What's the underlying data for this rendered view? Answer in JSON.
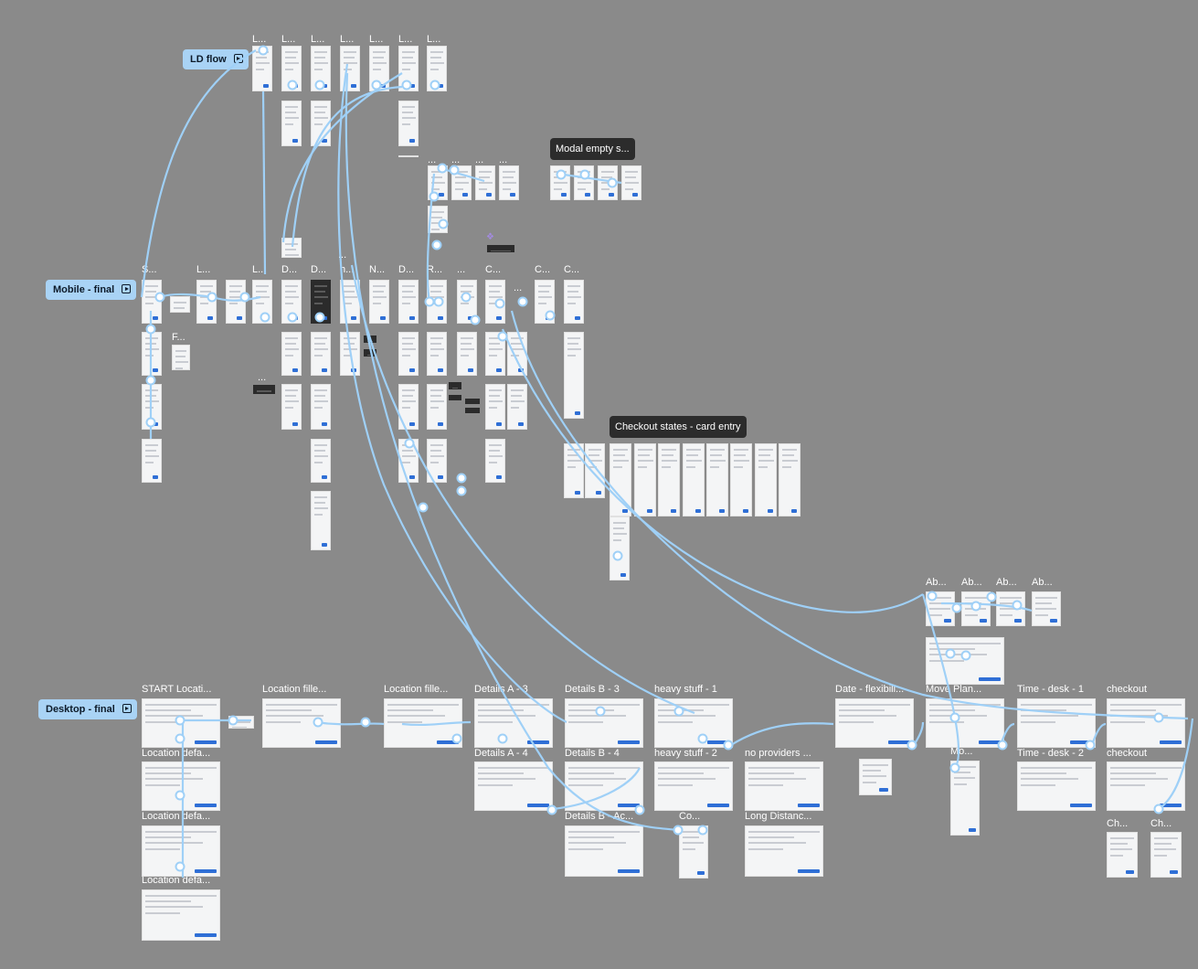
{
  "canvas": {
    "background": "#8a8a8a",
    "wire_color": "#9fd0f7",
    "accent": "#2f6fd6"
  },
  "flows": {
    "ld": {
      "label": "LD flow",
      "icon": "play-flow-icon"
    },
    "mobile": {
      "label": "Mobile - final",
      "icon": "play-flow-icon"
    },
    "desktop": {
      "label": "Desktop - final",
      "icon": "play-flow-icon"
    }
  },
  "sections": {
    "modal": "Modal empty s...",
    "checkout": "Checkout states - card entry"
  },
  "ld_titles": [
    "L...",
    "L...",
    "L...",
    "L...",
    "L...",
    "L...",
    "L..."
  ],
  "mobile_titles": [
    "S...",
    "L...",
    "L...",
    "D...",
    "D...",
    "h...",
    "N...",
    "D...",
    "R...",
    "...",
    "C...",
    "C...",
    "C...",
    "F...",
    "...",
    "...",
    "..."
  ],
  "top_cluster_titles": [
    "...",
    "...",
    "...",
    "..."
  ],
  "ab_titles": [
    "Ab...",
    "Ab...",
    "Ab...",
    "Ab..."
  ],
  "desktop_titles": {
    "row1": [
      "START Locati...",
      "Location fille...",
      "Location fille...",
      "Details A - 3",
      "Details B - 3",
      "heavy stuff - 1",
      "Date - flexibili...",
      "Move Plan...",
      "Time - desk - 1",
      "checkout"
    ],
    "row2": [
      "Location defa...",
      "Details A - 4",
      "Details B - 4",
      "heavy stuff - 2",
      "no providers ...",
      "Mo...",
      "Time - desk - 2",
      "checkout"
    ],
    "row3": [
      "Location defa...",
      "Details B - Ac...",
      "Co...",
      "Long Distanc...",
      "Ch...",
      "Ch..."
    ],
    "row4": [
      "Location defa..."
    ]
  }
}
